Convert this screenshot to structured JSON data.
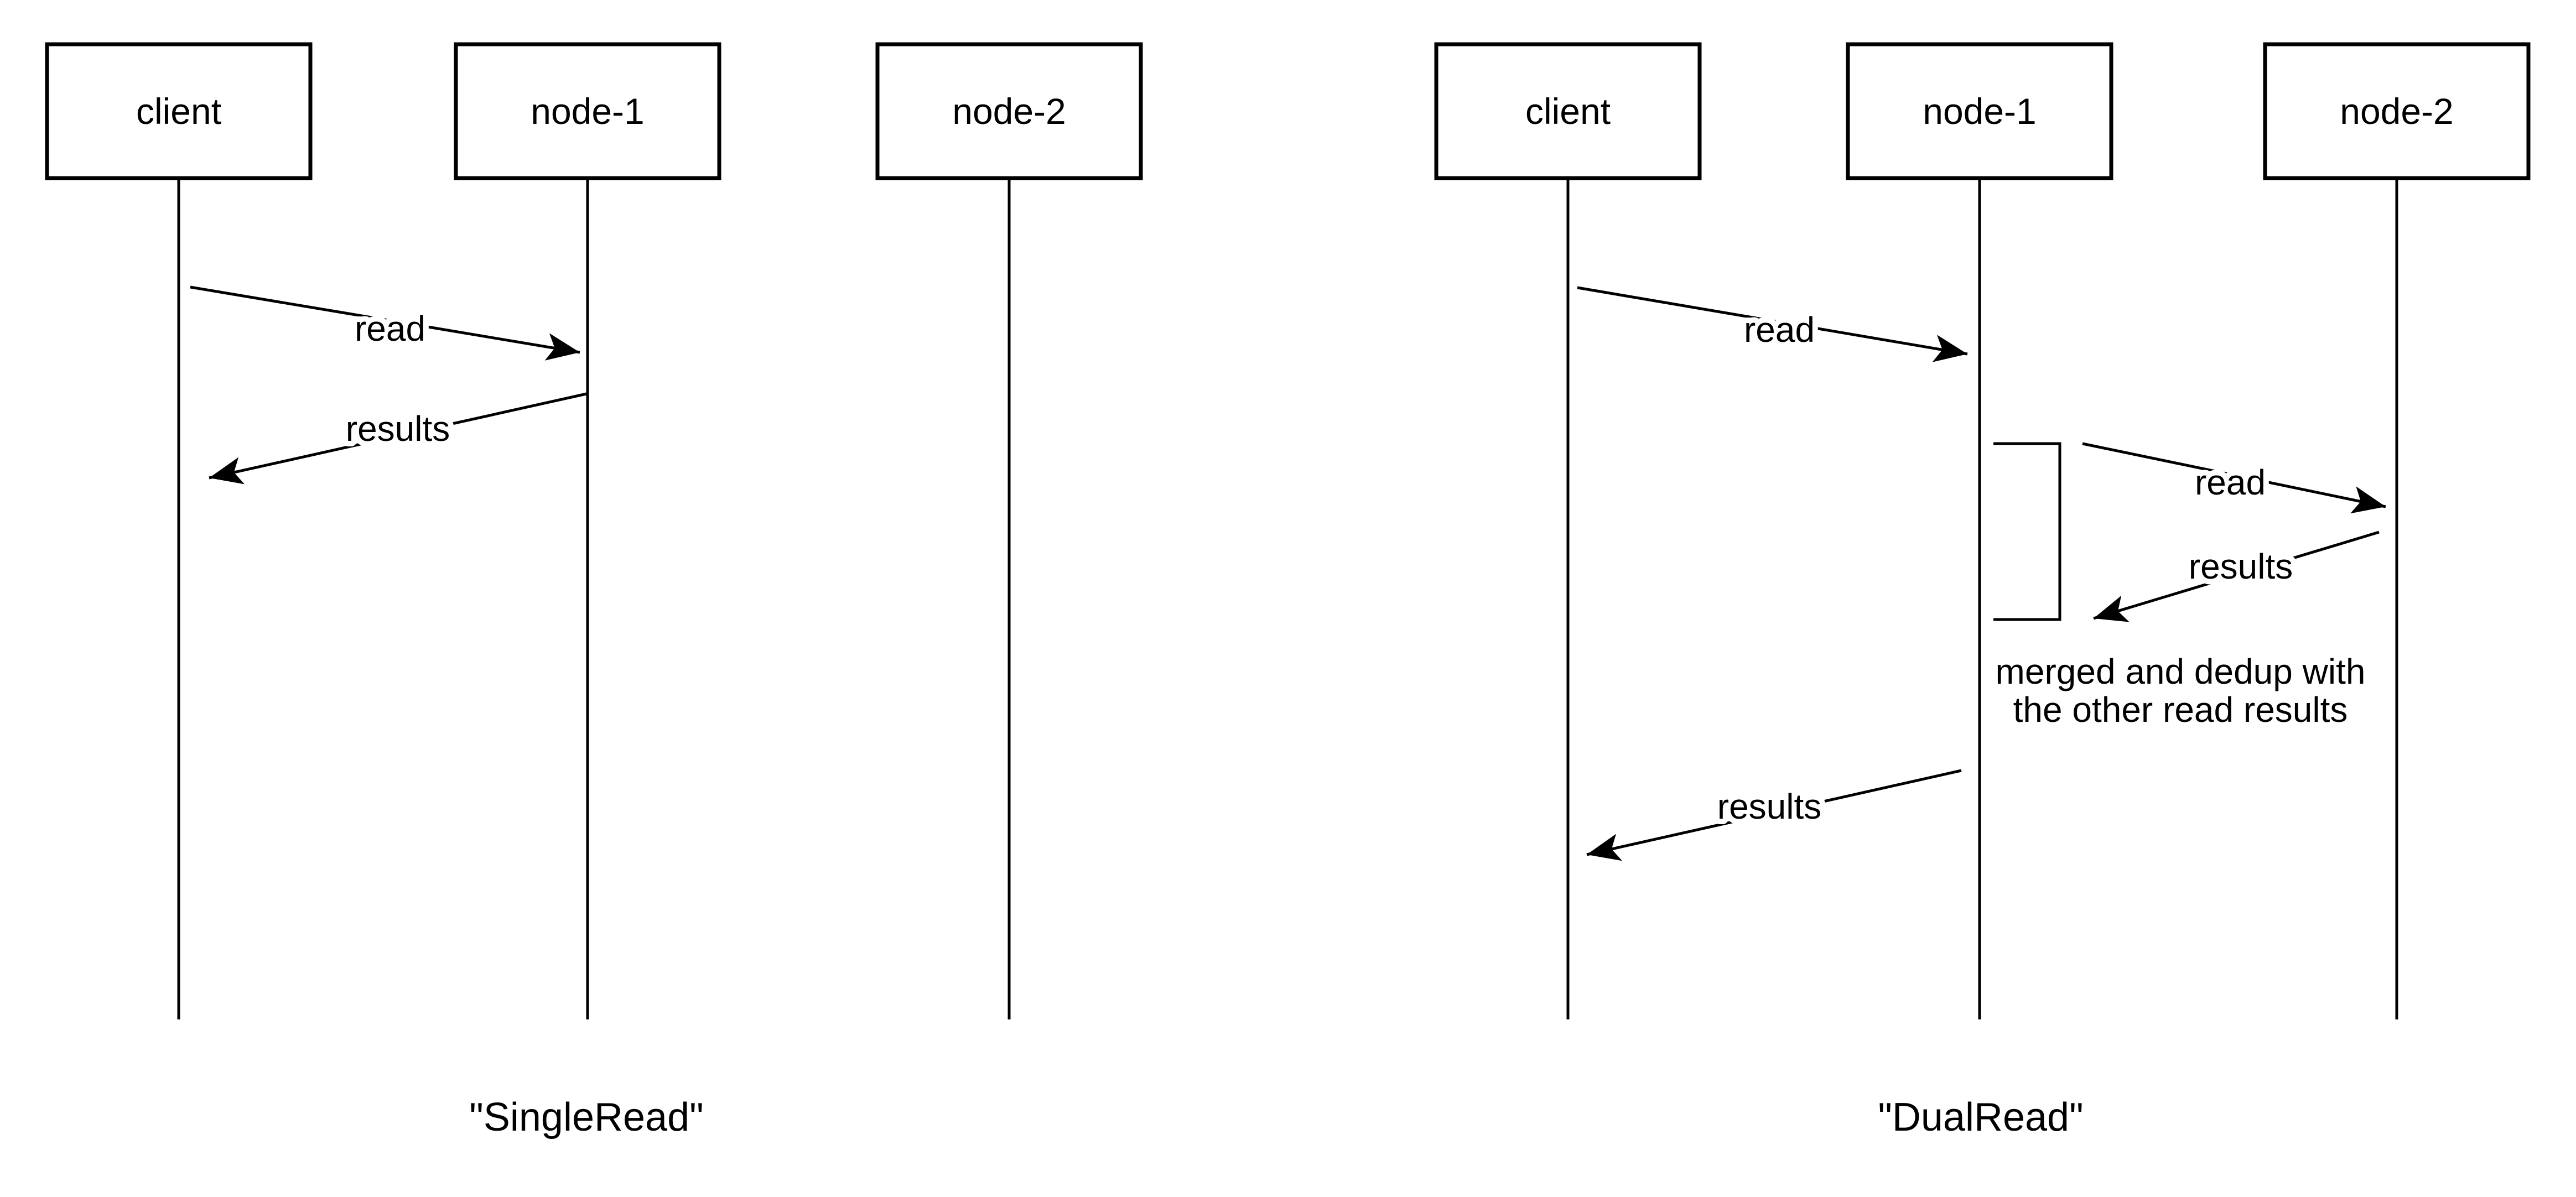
{
  "page": {
    "background_color": "#ffffff",
    "line_color": "#000000"
  },
  "diagrams": [
    {
      "id": "single-read",
      "caption": "\"SingleRead\"",
      "actors": [
        {
          "label": "client"
        },
        {
          "label": "node-1"
        },
        {
          "label": "node-2"
        }
      ],
      "messages": [
        {
          "label": "read",
          "from": "client",
          "to": "node-1"
        },
        {
          "label": "results",
          "from": "node-1",
          "to": "client"
        }
      ]
    },
    {
      "id": "dual-read",
      "caption": "\"DualRead\"",
      "actors": [
        {
          "label": "client"
        },
        {
          "label": "node-1"
        },
        {
          "label": "node-2"
        }
      ],
      "messages": [
        {
          "label": "read",
          "from": "client",
          "to": "node-1"
        },
        {
          "label": "read",
          "from": "node-1",
          "to": "node-2"
        },
        {
          "label": "results",
          "from": "node-2",
          "to": "node-1"
        },
        {
          "label": "results",
          "from": "node-1",
          "to": "client"
        }
      ],
      "note": {
        "lines": [
          "merged and dedup with",
          "the other read results"
        ]
      }
    }
  ]
}
